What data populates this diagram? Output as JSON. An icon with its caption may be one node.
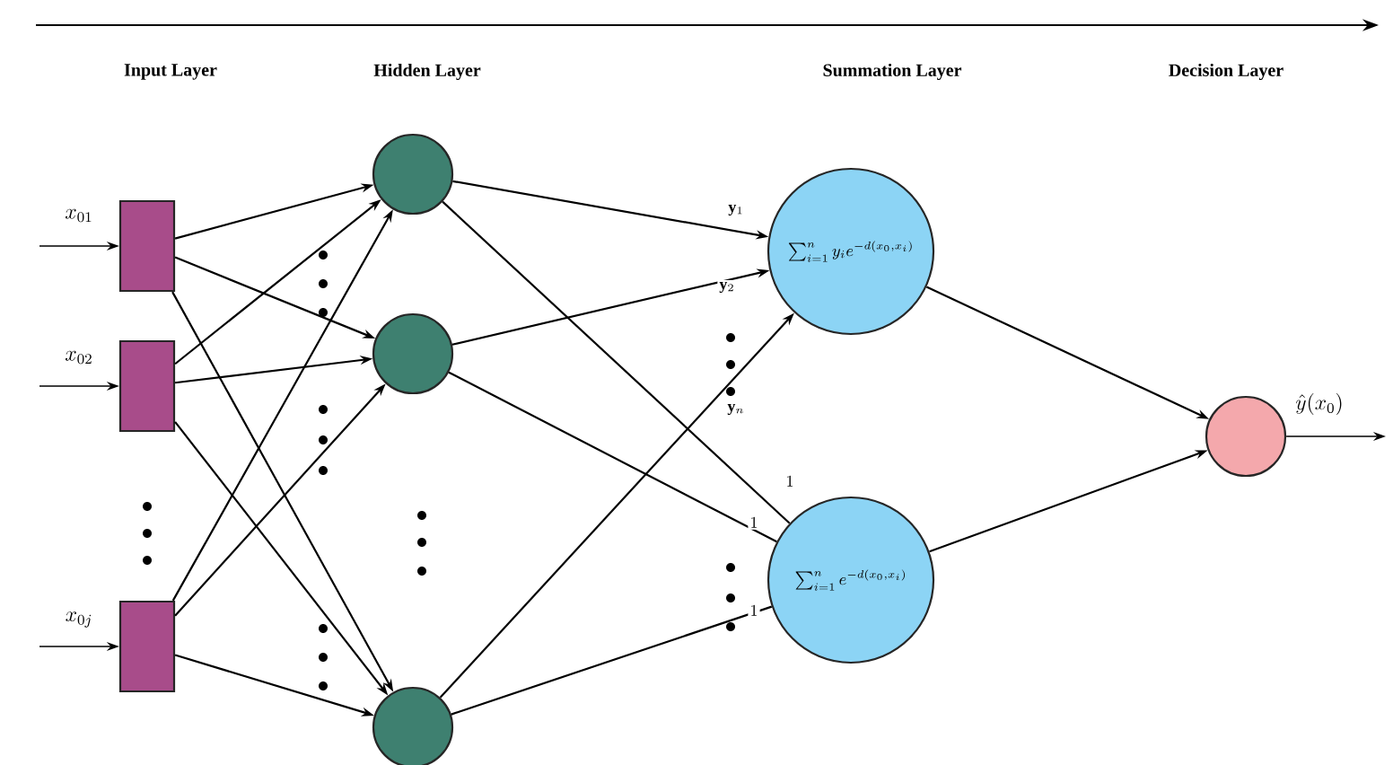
{
  "diagram": {
    "nodes": [
      {
        "text": [],
        "shape": "box"
      },
      {
        "text": [],
        "shape": "box"
      },
      {
        "text": [],
        "shape": "box"
      },
      {
        "text": [],
        "shape": "circle"
      },
      {
        "text": [],
        "shape": "circle"
      },
      {
        "text": [],
        "shape": "circle"
      },
      {
        "text": [
          "\\sum_{i=1}^{n} y_i e^{-d(x_0,x_i)}"
        ]
      },
      {
        "text": [
          "\\sum_{i=1}^{n} e^{-d(x_0,x_i)}"
        ]
      },
      {
        "text": [],
        "shape": "circle"
      }
    ],
    "edges": [
      {
        "from": null,
        "to": 0,
        "arrow": "to",
        "label": "x_{01}"
      },
      {
        "from": null,
        "to": 1,
        "arrow": "to",
        "label": "x_{02}"
      },
      {
        "from": null,
        "to": 2,
        "arrow": "to",
        "label": "x_{0j}"
      },
      {
        "from": 0,
        "to": 3,
        "arrow": "to"
      },
      {
        "from": 0,
        "to": 4,
        "arrow": "to"
      },
      {
        "from": 0,
        "to": 5,
        "arrow": "to"
      },
      {
        "from": 1,
        "to": 3,
        "arrow": "to"
      },
      {
        "from": 1,
        "to": 4,
        "arrow": "to"
      },
      {
        "from": 1,
        "to": 5,
        "arrow": "to"
      },
      {
        "from": 2,
        "to": 3,
        "arrow": "to"
      },
      {
        "from": 2,
        "to": 4,
        "arrow": "to"
      },
      {
        "from": 2,
        "to": 5,
        "arrow": "to"
      },
      {
        "from": 3,
        "to": 6,
        "arrow": "to",
        "label": "\\mathbf{y}_1"
      },
      {
        "from": 3,
        "to": 7,
        "arrow": "none",
        "label": "1"
      },
      {
        "from": 4,
        "to": 6,
        "arrow": "to",
        "label": "\\mathbf{y}_2"
      },
      {
        "from": 4,
        "to": 7,
        "arrow": "none",
        "label": "1"
      },
      {
        "from": 5,
        "to": 6,
        "arrow": "to",
        "label": "\\mathbf{y}_n"
      },
      {
        "from": 5,
        "to": 7,
        "arrow": "none",
        "label": "1"
      },
      {
        "from": 6,
        "to": 8,
        "arrow": "to"
      },
      {
        "from": 7,
        "to": 8,
        "arrow": "to"
      },
      {
        "from": 8,
        "to": null,
        "arrow": "to",
        "label": "\\hat{y}(x_0)"
      }
    ],
    "labels": [
      "Input Layer",
      "Hidden Layer",
      "Summation Layer",
      "Decision Layer"
    ]
  }
}
